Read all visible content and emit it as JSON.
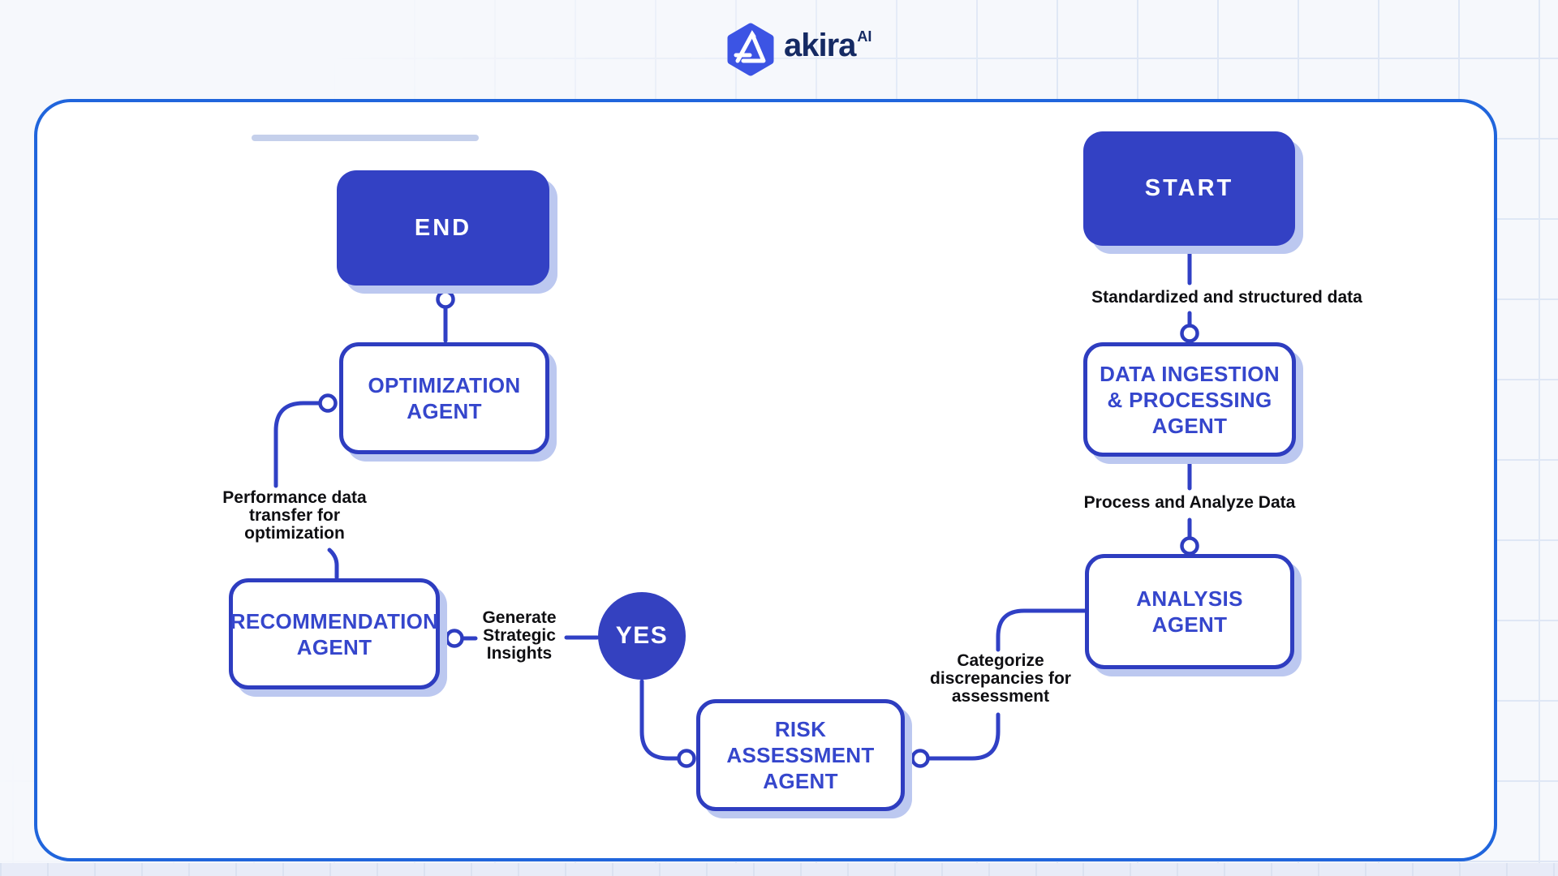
{
  "brand": {
    "logo_text": "akira",
    "logo_sup": "AI",
    "logo_icon": "akira-hexagon-icon"
  },
  "nodes": {
    "start": {
      "label": "START",
      "type": "terminal"
    },
    "data_ingestion": {
      "lines": [
        "DATA INGESTION",
        "& PROCESSING",
        "AGENT"
      ],
      "type": "process"
    },
    "analysis": {
      "lines": [
        "ANALYSIS",
        "AGENT"
      ],
      "type": "process"
    },
    "risk_assessment": {
      "lines": [
        "RISK",
        "ASSESSMENT",
        "AGENT"
      ],
      "type": "process"
    },
    "yes": {
      "label": "YES",
      "type": "decision"
    },
    "recommendation": {
      "lines": [
        "RECOMMENDATION",
        "AGENT"
      ],
      "type": "process"
    },
    "optimization": {
      "lines": [
        "OPTIMIZATION",
        "AGENT"
      ],
      "type": "process"
    },
    "end": {
      "label": "END",
      "type": "terminal"
    }
  },
  "edges": [
    {
      "from": "start",
      "to": "data_ingestion",
      "label": "Standardized and structured data"
    },
    {
      "from": "data_ingestion",
      "to": "analysis",
      "label": "Process and Analyze Data"
    },
    {
      "from": "analysis",
      "to": "risk_assessment",
      "label_lines": [
        "Categorize",
        "discrepancies for",
        "assessment"
      ]
    },
    {
      "from": "risk_assessment",
      "to": "yes",
      "label": ""
    },
    {
      "from": "yes",
      "to": "recommendation",
      "label_lines": [
        "Generate",
        "Strategic",
        "Insights"
      ]
    },
    {
      "from": "recommendation",
      "to": "optimization",
      "label_lines": [
        "Performance data",
        "transfer for",
        "optimization"
      ]
    },
    {
      "from": "optimization",
      "to": "end",
      "label": ""
    }
  ],
  "colors": {
    "terminal_fill": "#3341c4",
    "process_border": "#2e3dc0",
    "process_text": "#3546cc",
    "edge_line": "#3040c5",
    "node_shadow": "#bcc8f0",
    "container_border": "#2065dc",
    "edge_label_text": "#0f0f12",
    "accent_bar": "#c5d0eb",
    "logo_hexagon": "#3c54e4",
    "brand_text": "#152a63",
    "background": "#f6f8fc",
    "grid_line": "#dfe7f5"
  }
}
